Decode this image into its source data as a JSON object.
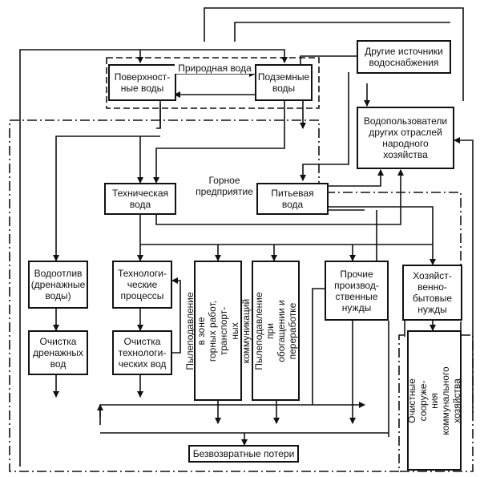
{
  "labels": {
    "surface_water": "Поверхност-\nные воды",
    "natural_water": "Природная вода",
    "underground_water": "Подземные\nводы",
    "other_sources": "Другие источники\nводоснабжения",
    "other_users": "Водопользователи\nдругих отраслей\nнародного\nхозяйства",
    "mining_enterprise": "Горное\nпредприятие",
    "technical_water": "Техническая\nвода",
    "drinking_water": "Питьевая\nвода",
    "drainage": "Водоотлив\n(дренажные\nводы)",
    "tech_processes": "Технологи-\nческие\nпроцессы",
    "dust_suppression_mining": "Пылеподавление в зоне\nгорных работ, транспорт-\nных коммуникаций",
    "dust_suppression_processing": "Пылеподавление при\nобогащении и\nпереработке",
    "other_production": "Прочие\nпроизвод-\nственные\nнужды",
    "household": "Хозяйст-\nвенно-\nбытовые\nнужды",
    "drainage_treatment": "Очистка\nдренажных\nвод",
    "tech_water_treatment": "Очистка\nтехнологи-\nческих вод",
    "municipal_treatment": "Очистные сооруже-\nния коммунального\nхозяйства",
    "irreversible_losses": "Безвозвратные потери"
  }
}
